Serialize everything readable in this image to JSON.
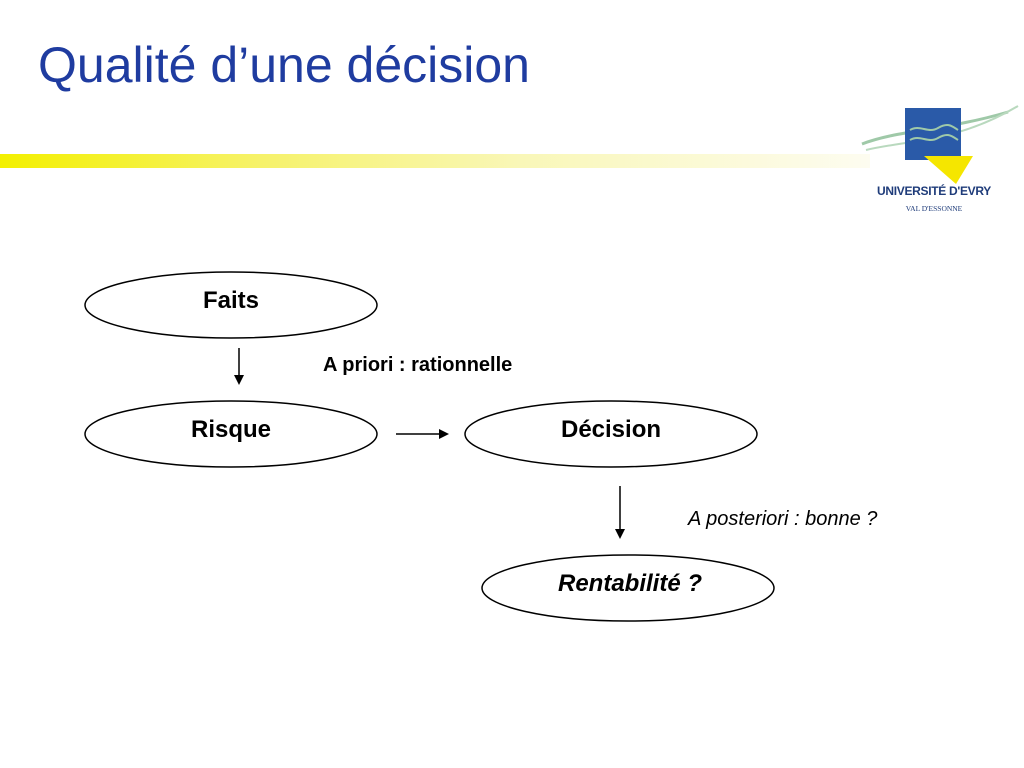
{
  "slide": {
    "title": "Qualité d’une décision"
  },
  "logo": {
    "name": "UNIVERSITÉ D'EVRY",
    "subtitle": "VAL D'ESSONNE",
    "colors": {
      "blue": "#2a5aa8",
      "yellow": "#f5e600",
      "green": "#9fc9a8"
    }
  },
  "diagram": {
    "nodes": {
      "faits": "Faits",
      "risque": "Risque",
      "decision": "Décision",
      "rentabilite": "Rentabilité ?"
    },
    "annotations": {
      "a_priori": "A priori : rationnelle",
      "a_posteriori": "A posteriori : bonne ?"
    }
  },
  "colors": {
    "title": "#1f3ca0",
    "stripe": "#f3f000"
  }
}
